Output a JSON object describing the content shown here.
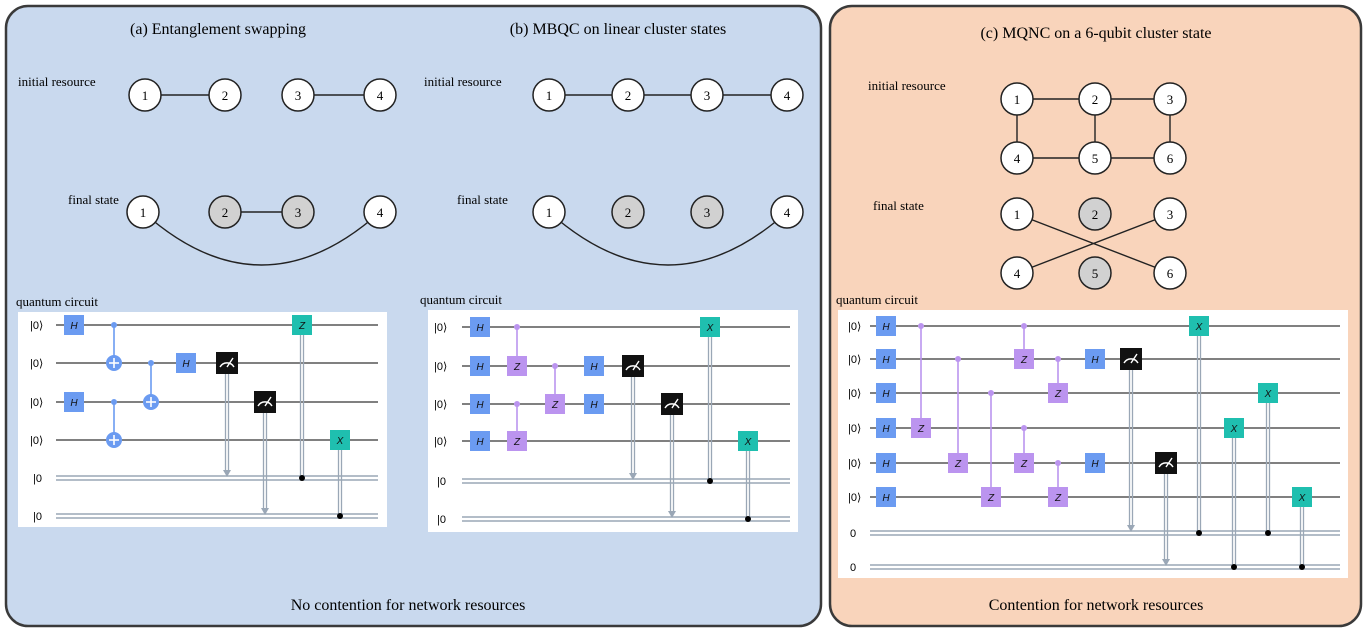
{
  "colors": {
    "panel_left_fill": "#c9d9ee",
    "panel_right_fill": "#f9d4bb",
    "panel_stroke": "#3a3a3a",
    "h_gate": "#6b9bf1",
    "z_gate": "#bb94ef",
    "x_gate": "#1fbfaf",
    "cnot": "#6b9bf1",
    "measure": "#111111",
    "classical_wire": "#9aa7b6",
    "measured_qubit": "#d1d1d1"
  },
  "panel_ab": {
    "footer": "No contention for network resources",
    "a": {
      "title": "(a)  Entanglement swapping",
      "initial_label": "initial resource",
      "final_label": "final state",
      "circuit_label": "quantum circuit",
      "qubit_labels": [
        "1",
        "2",
        "3",
        "4"
      ],
      "wire_labels": [
        "|0⟩",
        "|0⟩",
        "|0⟩",
        "|0⟩",
        "|0",
        "|0"
      ],
      "h_label": "H",
      "z_label": "Z",
      "x_label": "X"
    },
    "b": {
      "title": "(b)  MBQC on linear cluster states",
      "initial_label": "initial resource",
      "final_label": "final state",
      "circuit_label": "quantum circuit",
      "qubit_labels": [
        "1",
        "2",
        "3",
        "4"
      ],
      "wire_labels": [
        "|0⟩",
        "|0⟩",
        "|0⟩",
        "|0⟩",
        "|0",
        "|0"
      ],
      "h_label": "H",
      "z_label": "Z",
      "x_label": "X"
    }
  },
  "panel_c": {
    "title": "(c)  MQNC on a 6-qubit cluster state",
    "footer": "Contention for network resources",
    "initial_label": "initial resource",
    "final_label": "final state",
    "circuit_label": "quantum circuit",
    "qubit_labels": [
      "1",
      "2",
      "3",
      "4",
      "5",
      "6"
    ],
    "wire_labels": [
      "|0⟩",
      "|0⟩",
      "|0⟩",
      "|0⟩",
      "|0⟩",
      "|0⟩",
      "0",
      "0"
    ],
    "h_label": "H",
    "z_label": "Z",
    "x_label": "X"
  }
}
